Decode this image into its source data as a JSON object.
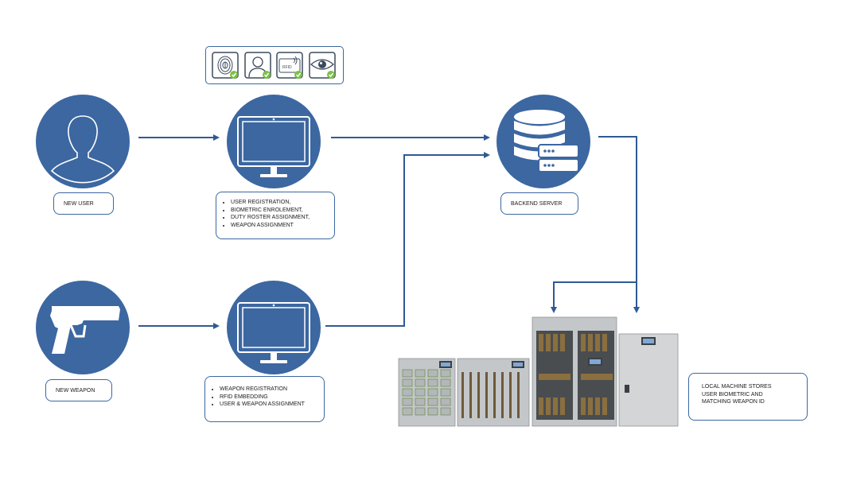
{
  "nodes": {
    "new_user": {
      "label": "NEW USER"
    },
    "new_weapon": {
      "label": "NEW WEAPON"
    },
    "backend_server": {
      "label": "BACKEND SERVER"
    }
  },
  "user_station": {
    "items": [
      "USER REGISTRATION,",
      "BIOMETRIC ENROLEMENT,",
      "DUTY ROSTER ASSIGNMENT,",
      "WEAPON ASSIGNMENT"
    ]
  },
  "weapon_station": {
    "items": [
      "WEAPON REGISTRATION",
      "RFID EMBEDDING",
      "USER & WEAPON ASSIGNMENT"
    ]
  },
  "biometrics": {
    "icons": [
      "fingerprint-icon",
      "face-icon",
      "rfid-card-icon",
      "eye-icon"
    ],
    "rfid_text": "RFID"
  },
  "local_machine": {
    "lines": [
      "LOCAL MACHINE STORES",
      "USER BIOMETRIC AND",
      "MATCHING WEAPON ID"
    ]
  },
  "colors": {
    "primary": "#3c67a1",
    "check": "#7dc142",
    "cabinet": "#b9bcbf"
  }
}
